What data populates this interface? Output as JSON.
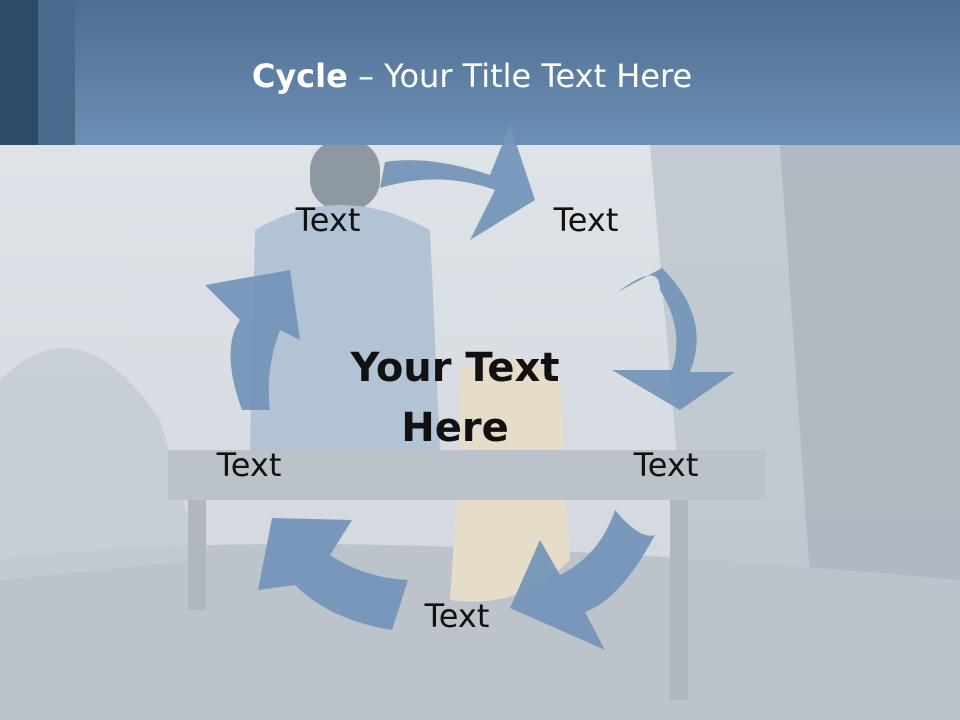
{
  "slide": {
    "title_bold": "Cycle",
    "title_rest": " – Your Title Text Here",
    "center_text": "Your Text Here",
    "labels": [
      "Text",
      "Text",
      "Text",
      "Text",
      "Text"
    ]
  },
  "colors": {
    "header": "#5d7fa3",
    "arrow": "#7595b8",
    "background": "#dfe4e9"
  }
}
